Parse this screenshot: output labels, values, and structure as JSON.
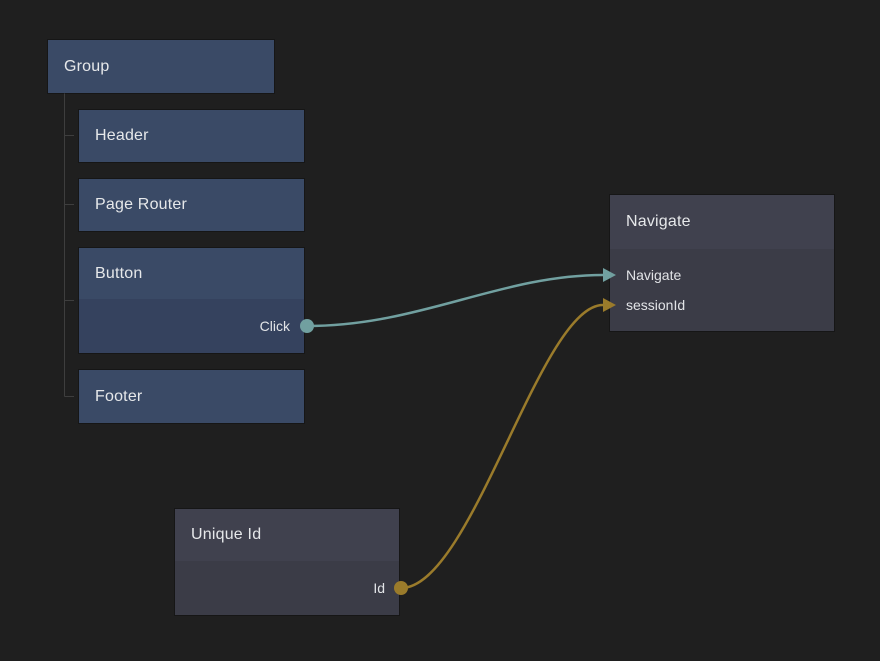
{
  "canvas": {
    "background": "#1f1f1f"
  },
  "nodes": {
    "group": {
      "title": "Group"
    },
    "header": {
      "title": "Header"
    },
    "page_router": {
      "title": "Page Router"
    },
    "button": {
      "title": "Button",
      "outputs": [
        {
          "label": "Click"
        }
      ]
    },
    "footer": {
      "title": "Footer"
    },
    "navigate": {
      "title": "Navigate",
      "inputs": [
        {
          "label": "Navigate"
        },
        {
          "label": "sessionId"
        }
      ]
    },
    "unique_id": {
      "title": "Unique Id",
      "outputs": [
        {
          "label": "Id"
        }
      ]
    }
  },
  "connections": [
    {
      "from": "Button.Click",
      "to": "Navigate.Navigate",
      "color": "#71a0a0"
    },
    {
      "from": "Unique Id.Id",
      "to": "Navigate.sessionId",
      "color": "#9a7b2b"
    }
  ],
  "colors": {
    "background": "#1f1f1f",
    "component_node_header": "#3a4a66",
    "component_node_body": "#35425e",
    "logic_node_header": "#40414e",
    "logic_node_body": "#3b3c47",
    "tree_line": "#3e3e3e",
    "signal_connection": "#71a0a0",
    "data_connection": "#9a7b2b",
    "node_text": "#e6e8ea"
  }
}
